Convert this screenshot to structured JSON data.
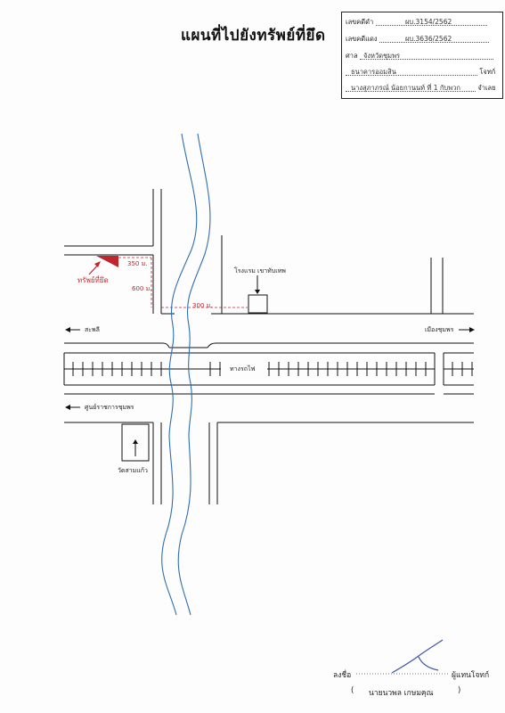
{
  "title": "แผนที่ไปยังทรัพย์ที่ยึด",
  "info": {
    "black_case_label": "เลขคดีดำ",
    "black_case_value": "ผบ.3154/2562",
    "red_case_label": "เลขคดีแดง",
    "red_case_value": "ผบ.3636/2562",
    "court_label": "ศาล",
    "court_value": "จังหวัดชุมพร",
    "plaintiff_value": "ธนาคารออมสิน",
    "plaintiff_suffix": "โจทก์",
    "defendant_value": "นางสุภาภรณ์ น้อยกานนท์ ที่ 1 กับพวก",
    "defendant_suffix": "จำเลย"
  },
  "map": {
    "property_label": "ทรัพย์ที่ยึด",
    "dist_350": "350 ม.",
    "dist_600": "600 ม.",
    "dist_300": "300 ม.",
    "hotel_label": "โรงแรม เขาทับเทพ",
    "to_sawi": "สะพลี",
    "to_muang": "เมืองชุมพร",
    "railway": "ทางรถไฟ",
    "to_govcenter": "ศูนย์ราชการชุมพร",
    "temple": "วัดสามแก้ว"
  },
  "signature": {
    "sign_prefix": "ลงชื่อ",
    "sign_role": "ผู้แทนโจทก์",
    "name_open": "(",
    "name": "นายนวพล  เกษมคุณ",
    "name_close": ")"
  },
  "colors": {
    "ink": "#111111",
    "river": "#2f6fb0",
    "red": "#c0262c",
    "sig_blue": "#3b57a8"
  }
}
